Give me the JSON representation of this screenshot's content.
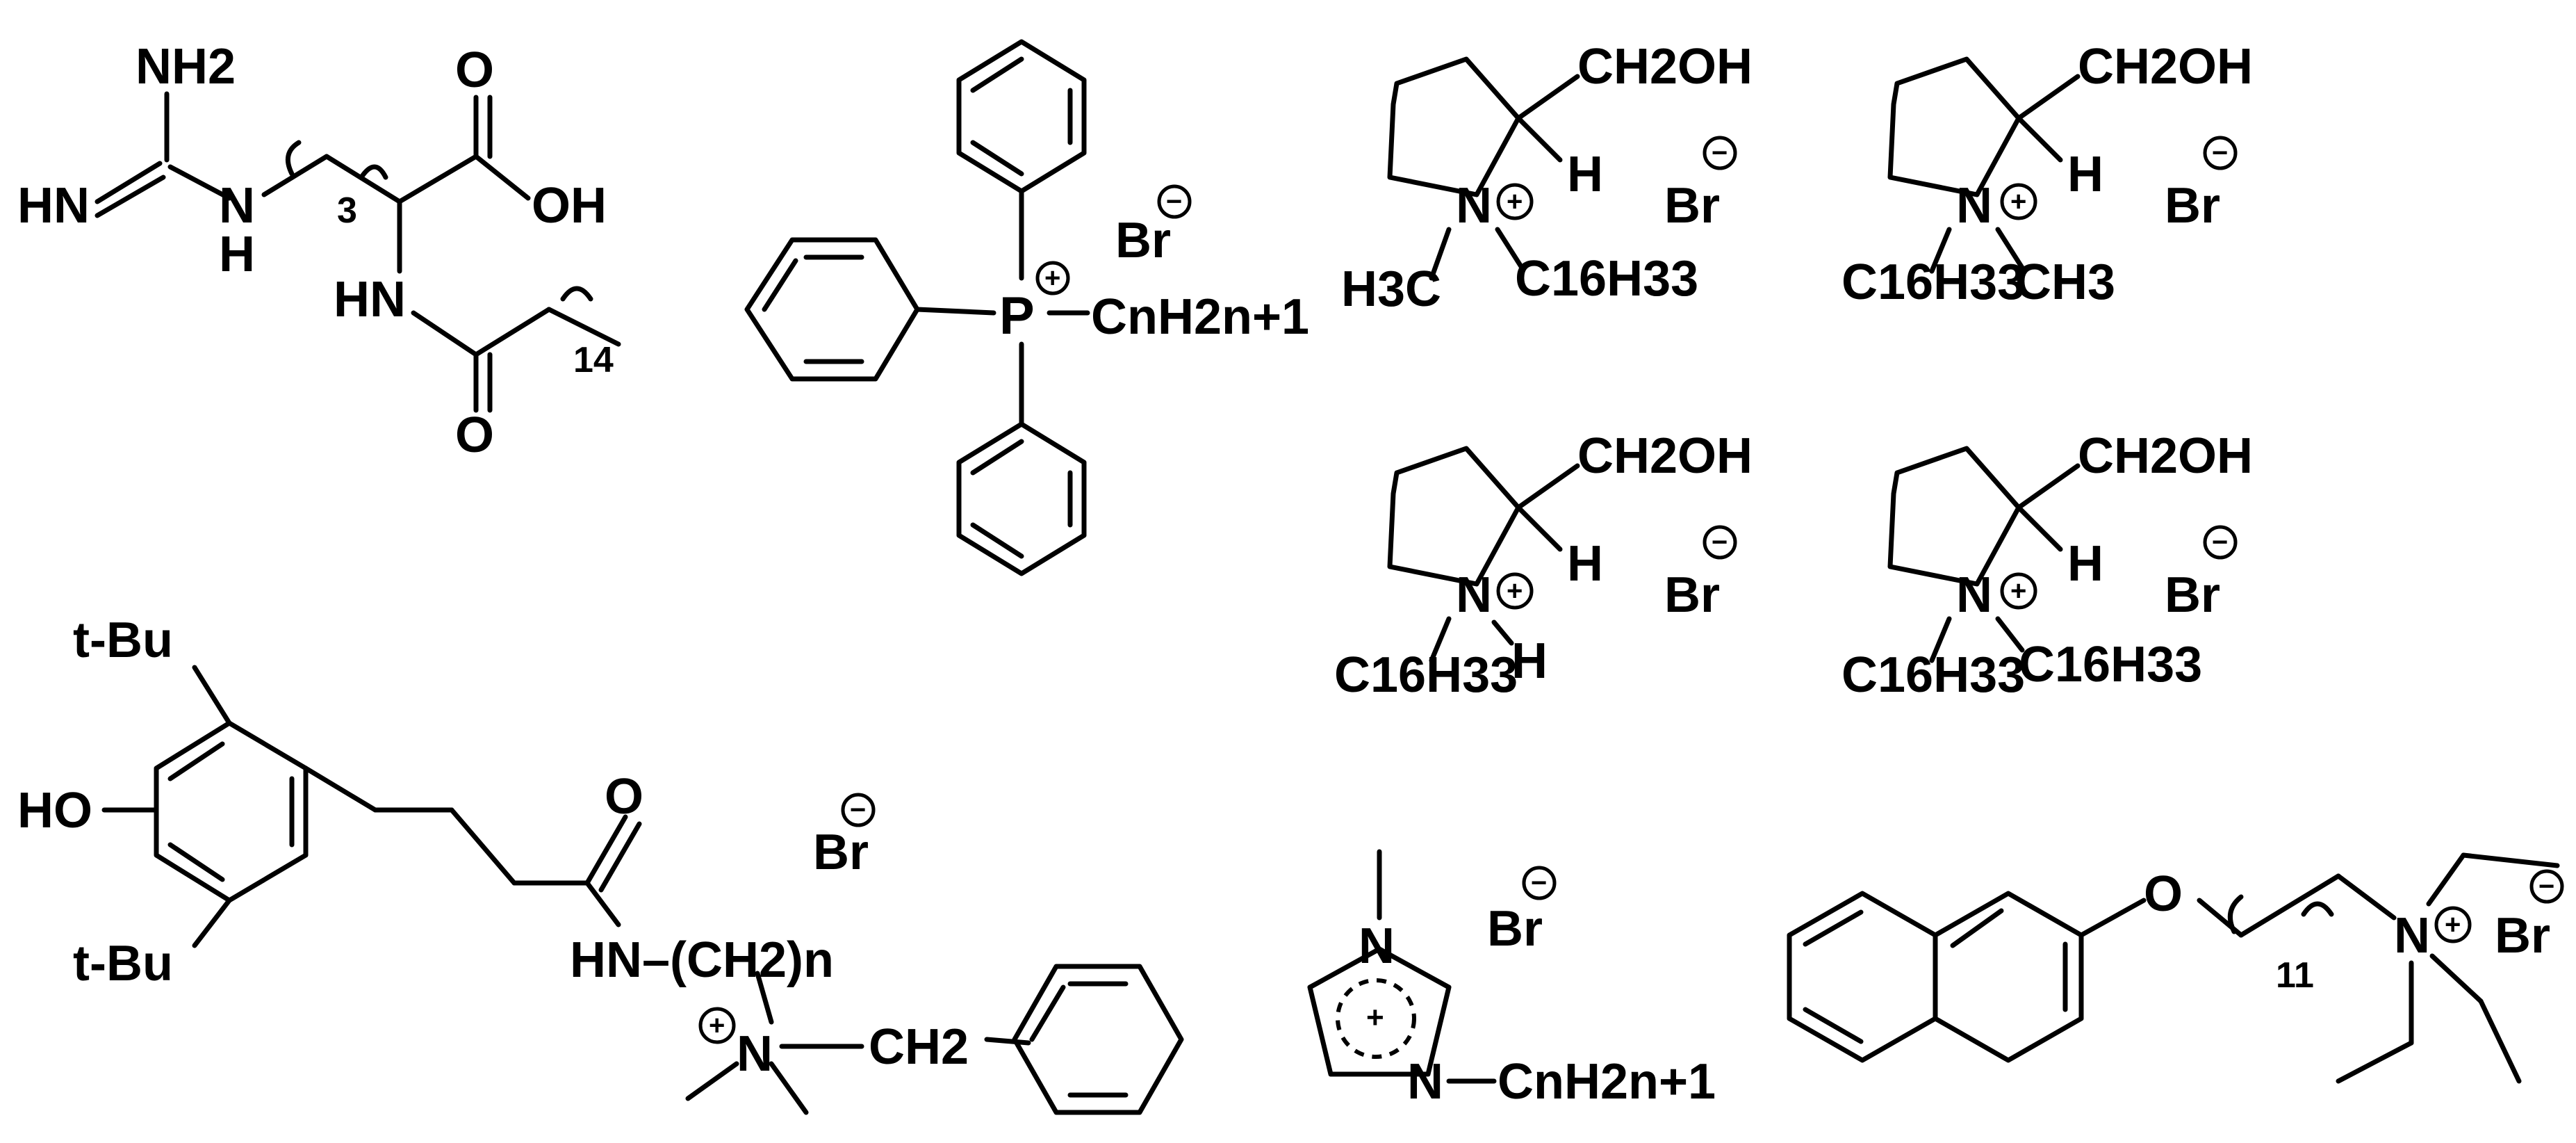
{
  "labels": {
    "nh2": "NH2",
    "hn": "HN",
    "n_h": "N",
    "h": "H",
    "o": "O",
    "oh": "OH",
    "hn2": "HN",
    "o2": "O",
    "three": "3",
    "fourteen": "14",
    "br": "Br",
    "p": "P",
    "cnh": "CnH2n+1",
    "ch2oh": "CH2OH",
    "n": "N",
    "h3c": "H3C",
    "c16h33": "C16H33",
    "ch3": "CH3",
    "tbu": "t-Bu",
    "ho": "HO",
    "hnch2n": "HN–(CH2)n",
    "ch2": "CH2",
    "eleven": "11",
    "charge_plus": "+",
    "charge_minus": "−"
  }
}
